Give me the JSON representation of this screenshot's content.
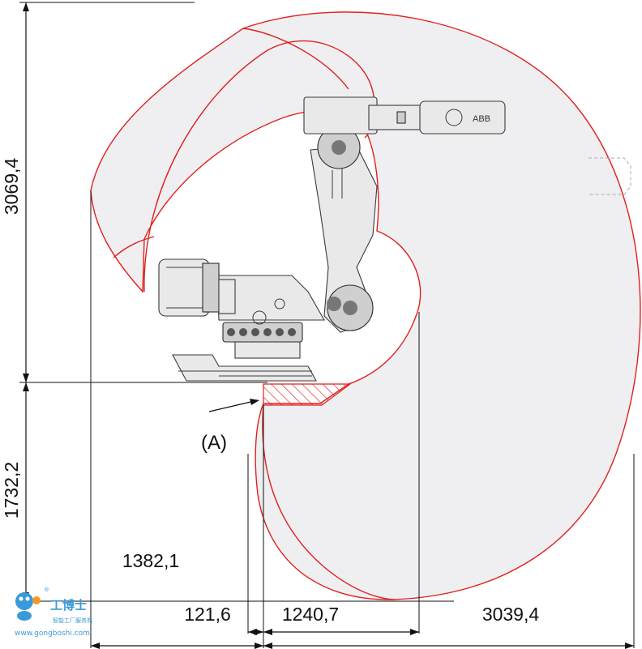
{
  "dimensions": {
    "height_upper": "3069,4",
    "height_lower": "1732,2",
    "reach_rear": "1382,1",
    "offset_small": "121,6",
    "offset_mid": "1240,7",
    "reach_front": "3039,4"
  },
  "callout": {
    "label": "(A)"
  },
  "logo": {
    "brand_mark": "ABB"
  },
  "watermark": {
    "chinese_name": "工博士",
    "subtitle": "智能工厂服务商",
    "url": "www.gongboshi.com",
    "registered_mark": "®"
  },
  "colors": {
    "reach_fill": "#efeff1",
    "reach_outline": "#e02020",
    "watermark_blue": "#3a9ad9",
    "watermark_orange": "#f29a1f"
  }
}
